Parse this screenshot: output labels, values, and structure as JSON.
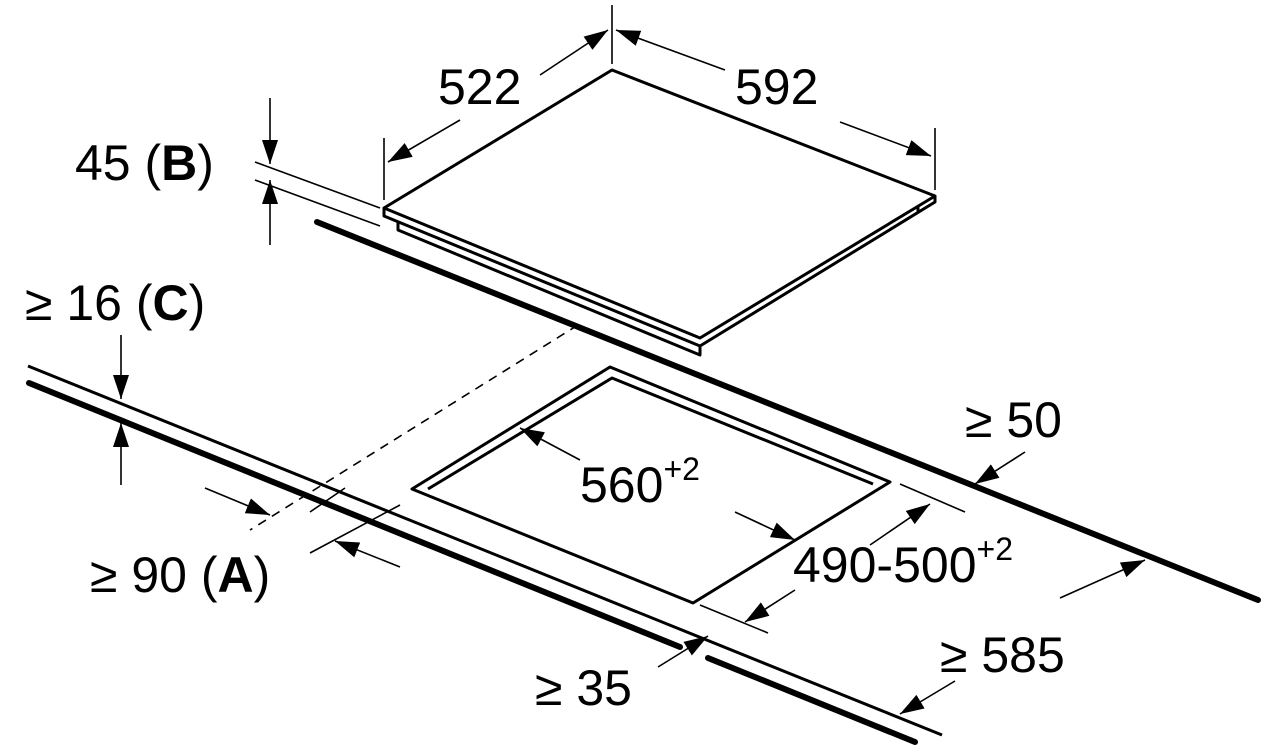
{
  "dimensions": {
    "hob_depth": "522",
    "hob_width": "592",
    "hob_height_value": "45 (",
    "hob_height_letter": "B",
    "hob_height_close": ")",
    "worktop_thickness_value": "≥ 16 (",
    "worktop_thickness_letter": "C",
    "worktop_thickness_close": ")",
    "cutout_width": "560",
    "cutout_width_tolerance": "+2",
    "cutout_depth": "490-500",
    "cutout_depth_tolerance": "+2",
    "back_clearance": "≥ 50",
    "wall_clearance_value": "≥ 90 (",
    "wall_clearance_letter": "A",
    "wall_clearance_close": ")",
    "front_clearance": "≥ 35",
    "worktop_depth": "≥ 585"
  }
}
